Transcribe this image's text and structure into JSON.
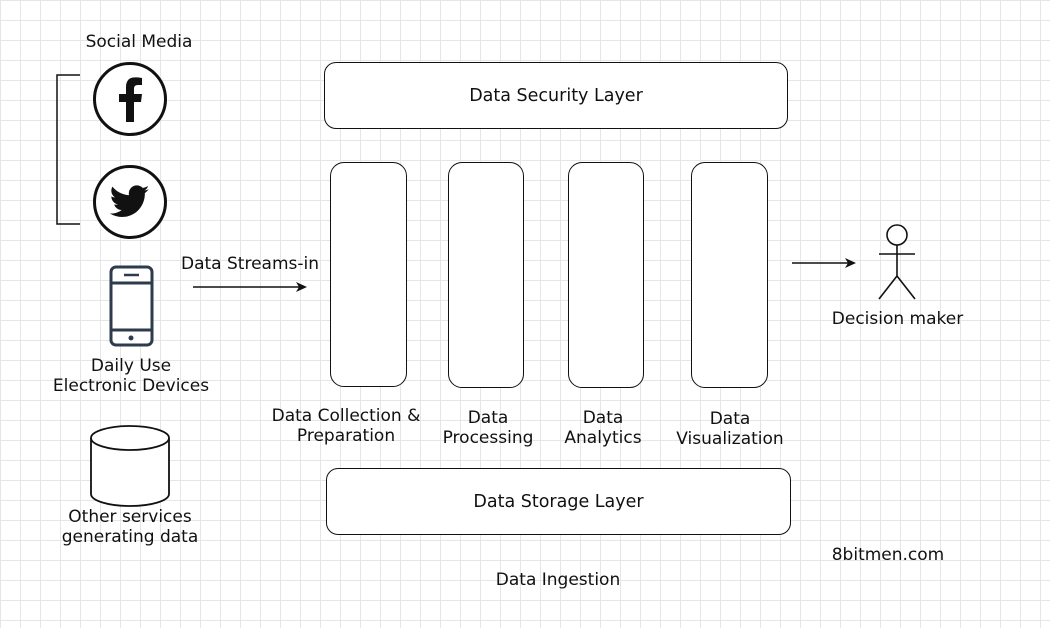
{
  "sources": {
    "social_media_label": "Social Media",
    "devices_label_line1": "Daily Use",
    "devices_label_line2": "Electronic Devices",
    "other_label_line1": "Other services",
    "other_label_line2": "generating data"
  },
  "streams_label": "Data Streams-in",
  "layers": {
    "security": "Data Security Layer",
    "storage": "Data Storage Layer"
  },
  "columns": [
    {
      "line1": "Data Collection &",
      "line2": "Preparation"
    },
    {
      "line1": "Data",
      "line2": "Processing"
    },
    {
      "line1": "Data",
      "line2": "Analytics"
    },
    {
      "line1": "Data",
      "line2": "Visualization"
    }
  ],
  "decision_maker": "Decision maker",
  "watermark": "8bitmen.com",
  "caption": "Data Ingestion",
  "icons": [
    "facebook-icon",
    "twitter-icon",
    "smartphone-icon",
    "database-icon",
    "actor-icon"
  ],
  "colors": {
    "stroke": "#111111",
    "grid": "#e6e6e6",
    "phone": "#2f3b4c"
  }
}
